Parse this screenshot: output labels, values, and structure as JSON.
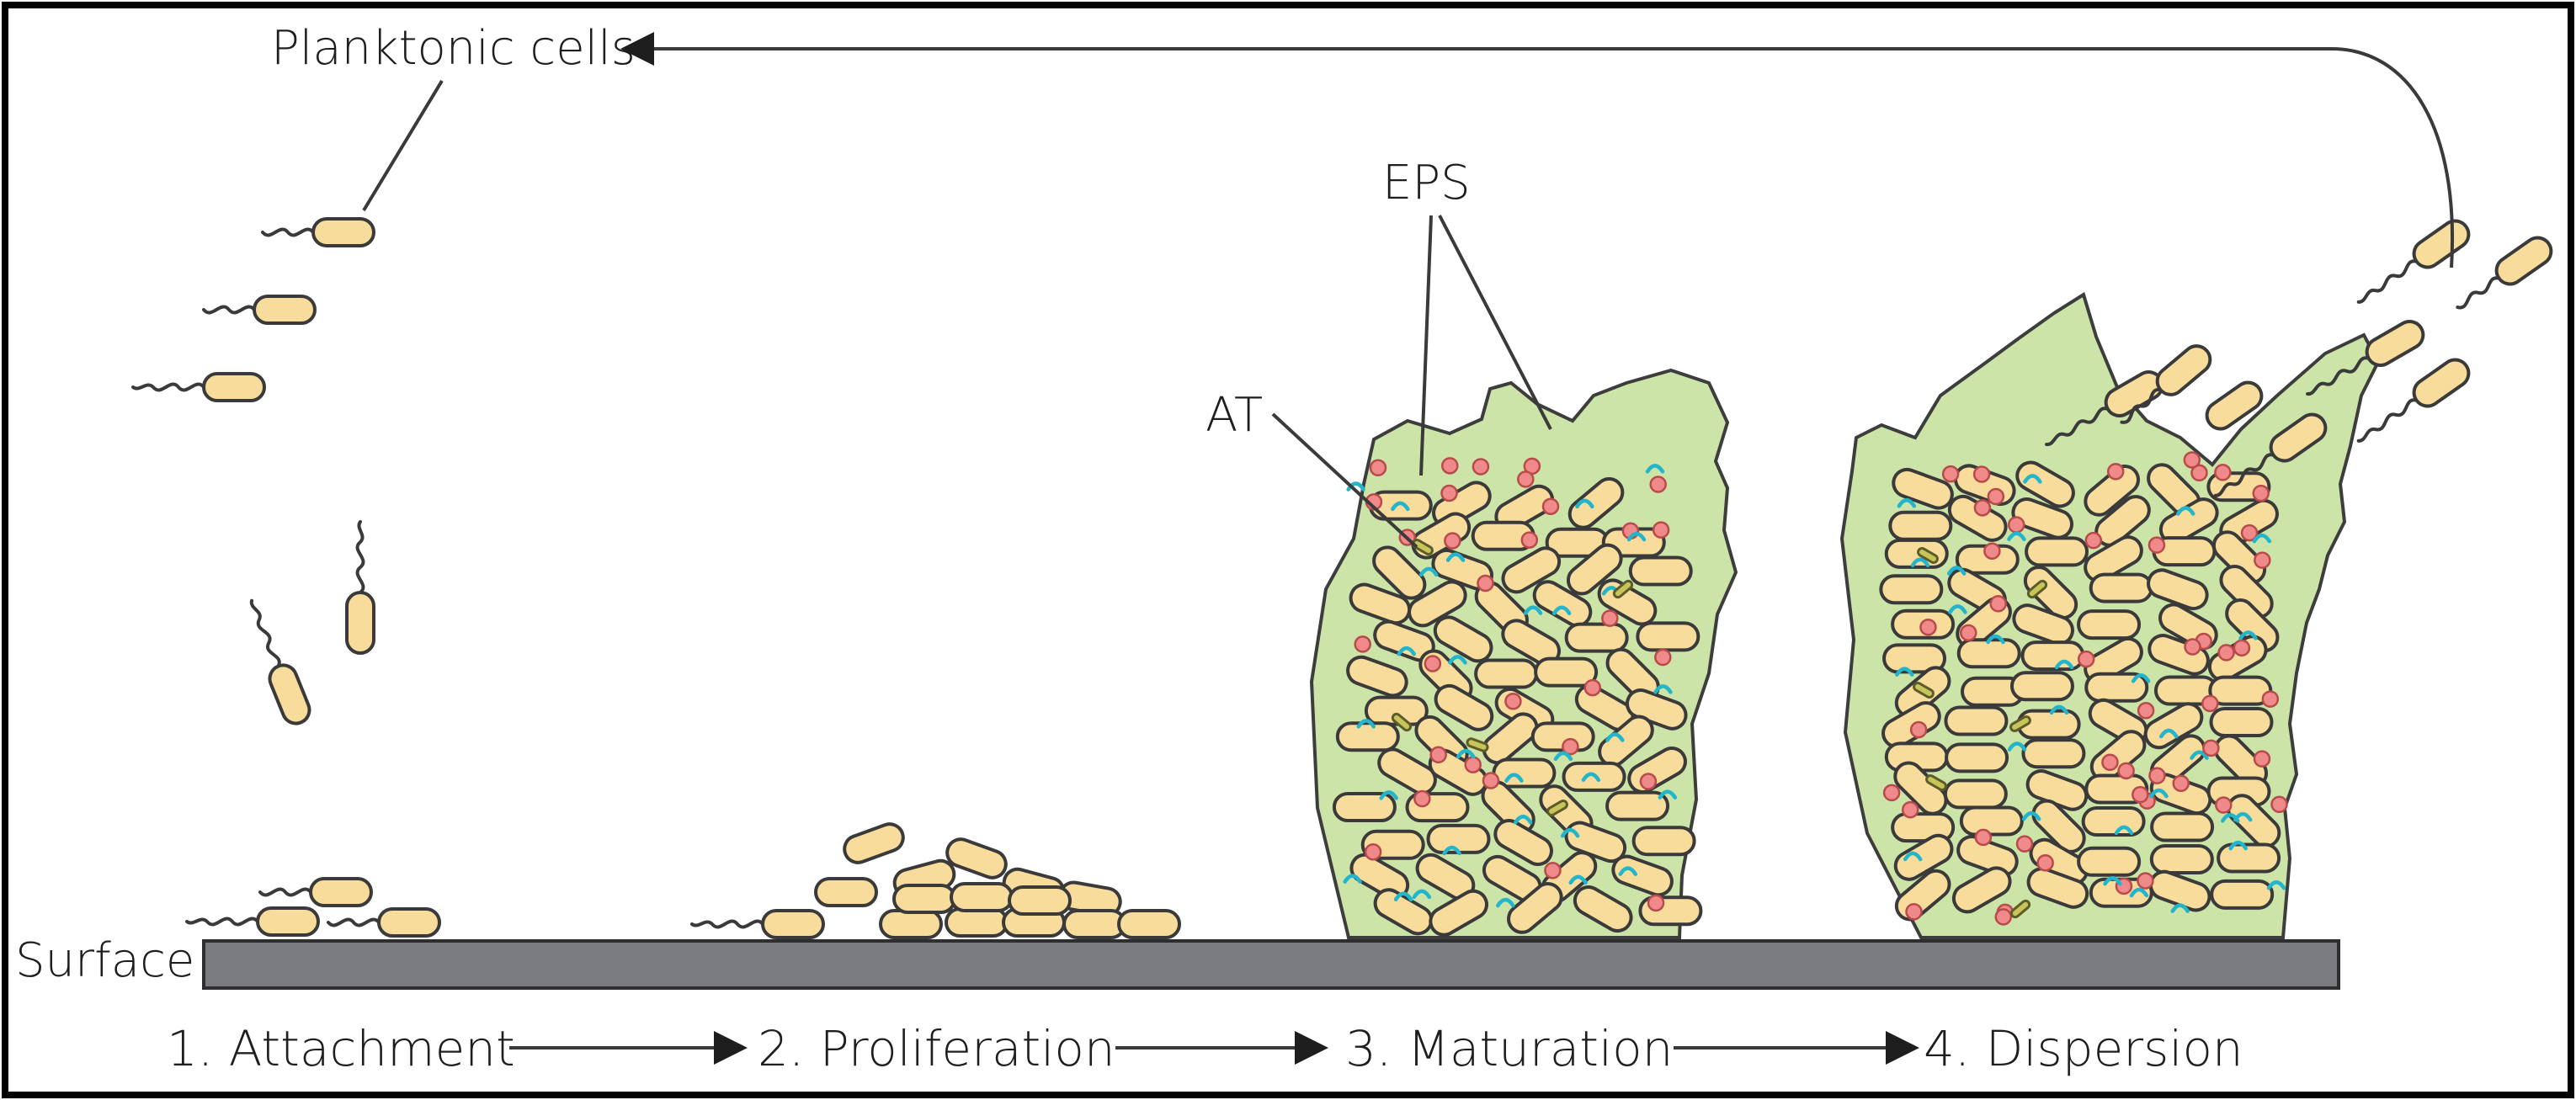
{
  "labels": {
    "planktonic": "Planktonic cells",
    "eps": "EPS",
    "at": "AT",
    "surface": "Surface"
  },
  "stages": [
    {
      "label": "1. Attachment"
    },
    {
      "label": "2. Proliferation"
    },
    {
      "label": "3. Maturation"
    },
    {
      "label": "4. Dispersion"
    }
  ],
  "colors": {
    "cell": "#f7dc9b",
    "matrix": "#cde4a8",
    "surface": "#7a7c80",
    "red_dot": "#f08a8a",
    "cyan_mark": "#22b5cc"
  }
}
